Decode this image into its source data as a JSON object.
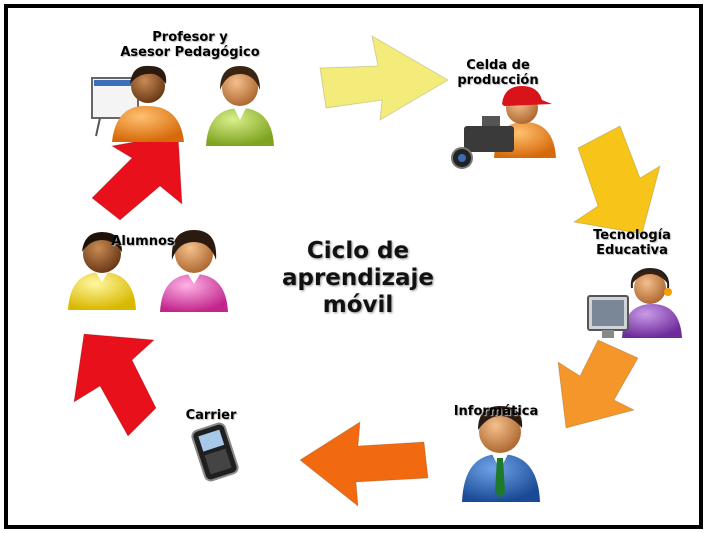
{
  "center": {
    "line1": "Ciclo de",
    "line2": "aprendizaje",
    "line3": "móvil"
  },
  "nodes": {
    "profesor": {
      "line1": "Profesor y",
      "line2": "Asesor Pedagógico"
    },
    "celda": {
      "line1": "Celda de",
      "line2": "producción"
    },
    "tecnologia": {
      "line1": "Tecnología",
      "line2": "Educativa"
    },
    "informatica": {
      "line1": "Informática"
    },
    "carrier": {
      "line1": "Carrier"
    },
    "alumnos": {
      "line1": "Alumnos"
    }
  },
  "colors": {
    "arrow_top": "#f3ec7a",
    "arrow_right_upper": "#f7c51a",
    "arrow_right_lower": "#f5962a",
    "arrow_bottom": "#f26a10",
    "arrow_left_lower": "#e8101a",
    "arrow_left_upper": "#e8101a"
  }
}
